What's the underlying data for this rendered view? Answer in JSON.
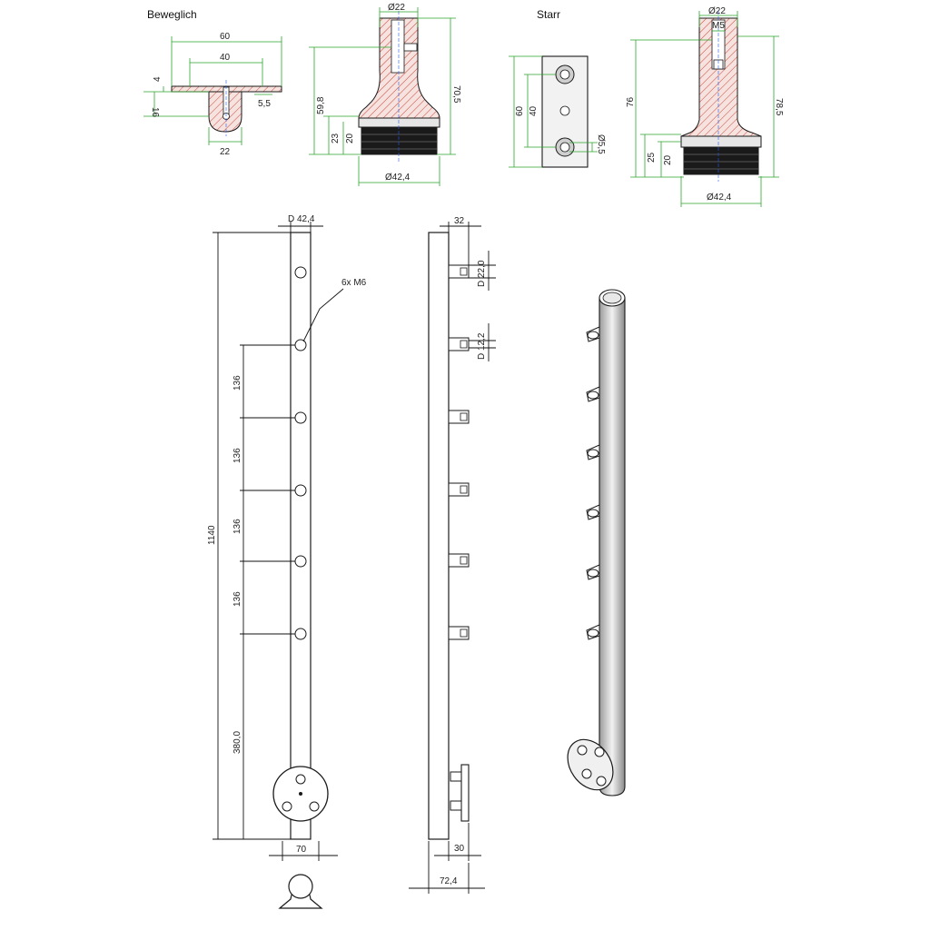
{
  "labels": {
    "beweglich": "Beweglich",
    "starr": "Starr"
  },
  "dims": {
    "b_60": "60",
    "b_40": "40",
    "b_4": "4",
    "b_16": "16",
    "b_5_5": "5,5",
    "b_22": "22",
    "b1_d22": "Ø22",
    "b1_70_5": "70,5",
    "b1_59_8": "59,8",
    "b1_23": "23",
    "b1_20": "20",
    "b1_d42_4": "Ø42,4",
    "s_60": "60",
    "s_40": "40",
    "s_d5_5": "Ø5,5",
    "s1_d22": "Ø22",
    "s1_m5": "M5",
    "s1_76": "76",
    "s1_78_5": "78,5",
    "s1_25": "25",
    "s1_20": "20",
    "s1_d42_4": "Ø42,4",
    "front_d42_4": "D 42,4",
    "front_6xm6": "6x M6",
    "front_136": "136",
    "front_1140": "1140",
    "front_380": "380,0",
    "front_70": "70",
    "side_32": "32",
    "side_d22": "D 22,0",
    "side_d12": "D 12,2",
    "side_30": "30",
    "side_72_4": "72,4"
  },
  "colors": {
    "dimension_line": "#2aa52a",
    "section_hatch": "#c8463a",
    "centerline": "#2a5adf",
    "outline": "#1a1a1a"
  }
}
